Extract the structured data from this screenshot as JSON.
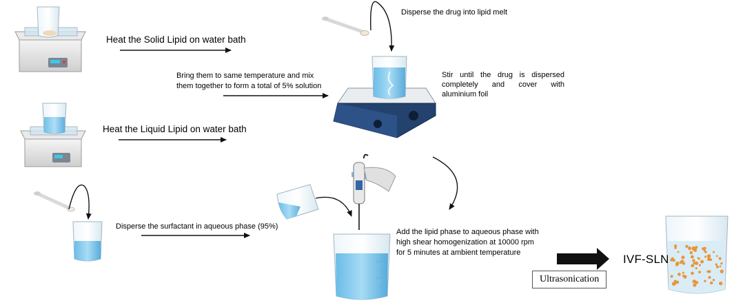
{
  "steps": {
    "heat_solid": "Heat the Solid Lipid on water bath",
    "disperse_drug": "Disperse the drug into lipid melt",
    "bring_same_temp_line1": "Bring them to same temperature and mix",
    "bring_same_temp_line2": "them together to form a total of 5% solution",
    "stir_until": "Stir until the drug is dispersed completely and cover with aluminium foil",
    "heat_liquid": "Heat the Liquid Lipid on water bath",
    "disperse_surfactant": "Disperse the surfactant in aqueous phase (95%)",
    "add_lipid_line1": "Add the lipid phase to aqueous phase with",
    "add_lipid_line2": "high shear homogenization at 10000 rpm",
    "add_lipid_line3": "for 5 minutes at ambient temperature",
    "ultrasonication": "Ultrasonication",
    "product": "IVF-SLN"
  },
  "colors": {
    "water": "#7fc8ec",
    "water_dark": "#4aa8dd",
    "glass": "#dfeef6",
    "bath_body": "#e4e4e4",
    "stirrer_body": "#23426e",
    "lipid_particles": "#e8963c",
    "arrow": "#111111"
  },
  "icons": [
    "water-bath-icon",
    "spatula-icon",
    "beaker-icon",
    "magnetic-stirrer-icon",
    "homogenizer-icon",
    "pouring-beaker-icon"
  ]
}
